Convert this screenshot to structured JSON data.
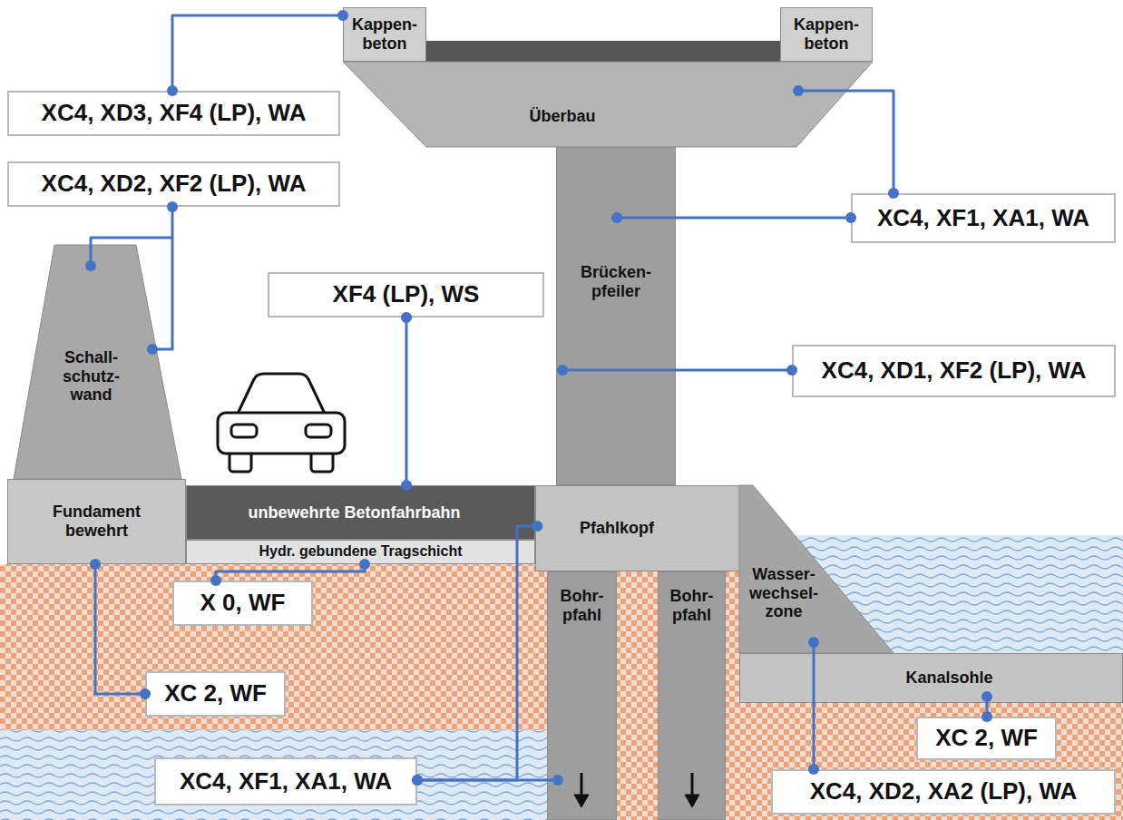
{
  "diagram": {
    "nodes": [
      {
        "text": [
          "Kappen- beton"
        ]
      },
      {
        "text": [
          "Kappen- beton"
        ]
      },
      {
        "text": [
          "Überbau"
        ]
      },
      {
        "text": [
          "XC4, XD3, XF4 (LP), WA"
        ]
      },
      {
        "text": [
          "XC4, XD2, XF2 (LP), WA"
        ]
      },
      {
        "text": [
          "XC4, XF1, XA1, WA"
        ]
      },
      {
        "text": [
          "Brücken- pfeiler"
        ]
      },
      {
        "text": [
          "XF4 (LP), WS"
        ]
      },
      {
        "text": [
          "Schall- schutz- wand"
        ]
      },
      {
        "text": [
          "XC4, XD1, XF2 (LP), WA"
        ]
      },
      {
        "text": [
          "Fundament bewehrt"
        ]
      },
      {
        "text": [
          "unbewehrte Betonfahrbahn"
        ]
      },
      {
        "text": [
          "Pfahlkopf"
        ]
      },
      {
        "text": [
          "Hydr. gebundene Tragschicht"
        ]
      },
      {
        "text": [
          "Wasser- wechsel- zone"
        ]
      },
      {
        "text": [
          "Bohr- pfahl"
        ]
      },
      {
        "text": [
          "Bohr- pfahl"
        ]
      },
      {
        "text": [
          "X 0, WF"
        ]
      },
      {
        "text": [
          "Kanalsohle"
        ]
      },
      {
        "text": [
          "XC 2, WF"
        ]
      },
      {
        "text": [
          "XC 2, WF"
        ]
      },
      {
        "text": [
          "XC4, XF1, XA1, WA"
        ]
      },
      {
        "text": [
          "XC4, XD2, XA2 (LP), WA"
        ]
      }
    ],
    "edges": [
      {
        "from": 0,
        "to": 3,
        "arrow": "none"
      },
      {
        "from": 2,
        "to": 5,
        "arrow": "none"
      },
      {
        "from": 8,
        "to": 4,
        "arrow": "none"
      },
      {
        "from": 11,
        "to": 7,
        "arrow": "none"
      },
      {
        "from": 6,
        "to": 5,
        "arrow": "none"
      },
      {
        "from": 6,
        "to": 9,
        "arrow": "none"
      },
      {
        "from": 12,
        "to": 21,
        "arrow": "none"
      },
      {
        "from": 15,
        "to": 21,
        "arrow": "none"
      },
      {
        "from": 13,
        "to": 17,
        "arrow": "none"
      },
      {
        "from": 10,
        "to": 19,
        "arrow": "none"
      },
      {
        "from": 14,
        "to": 22,
        "arrow": "none"
      },
      {
        "from": 18,
        "to": 20,
        "arrow": "none"
      }
    ]
  }
}
